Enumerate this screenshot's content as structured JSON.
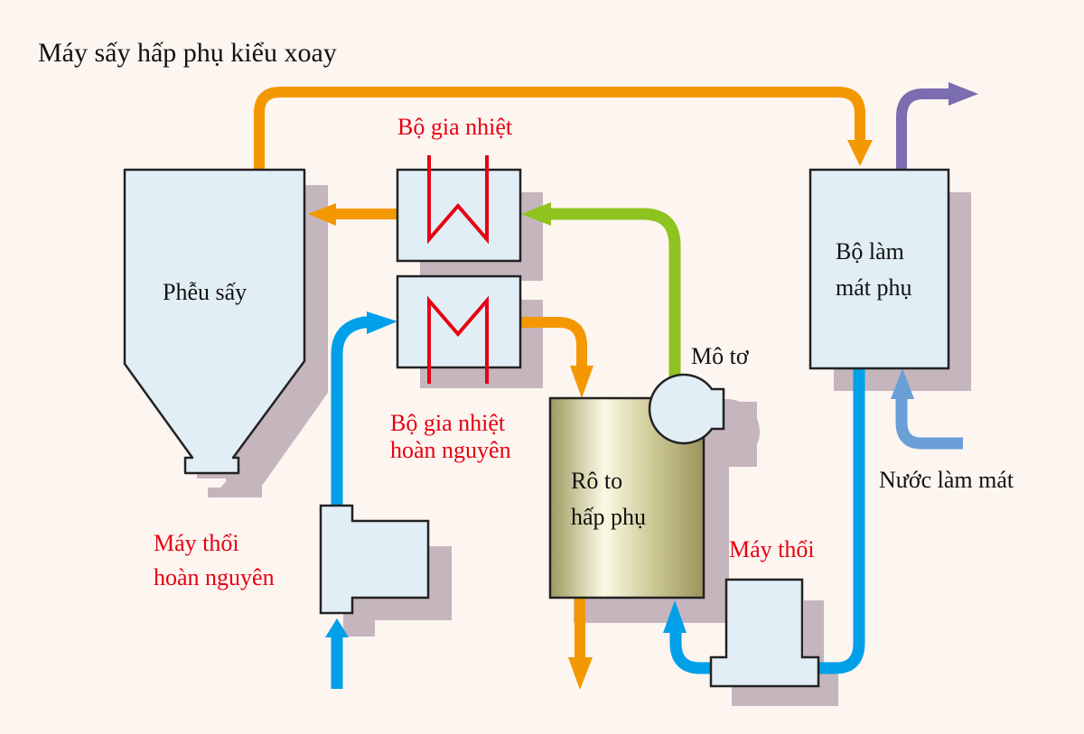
{
  "title": "Máy sấy hấp phụ kiểu xoay",
  "labels": {
    "heater": "Bộ gia nhiệt",
    "regen_heater_1": "Bộ gia nhiệt",
    "regen_heater_2": "hoàn nguyên",
    "hopper": "Phễu sấy",
    "motor": "Mô tơ",
    "rotor_1": "Rô to",
    "rotor_2": "hấp phụ",
    "aftercooler_1": "Bộ làm",
    "aftercooler_2": "mát phụ",
    "cooling_water": "Nước làm mát",
    "blower": "Máy thổi",
    "regen_blower_1": "Máy thổi",
    "regen_blower_2": "hoàn nguyên"
  },
  "colors": {
    "background": "#fdf5f0",
    "component_fill": "#e2eef6",
    "shadow": "#c5b5bd",
    "orange_flow": "#f39800",
    "green_flow": "#8fc31f",
    "blue_flow": "#00a0e9",
    "purple_flow": "#7a6db0",
    "water_flow": "#6a9fd8",
    "heater_element": "#e60012",
    "red_label": "#e60012"
  }
}
